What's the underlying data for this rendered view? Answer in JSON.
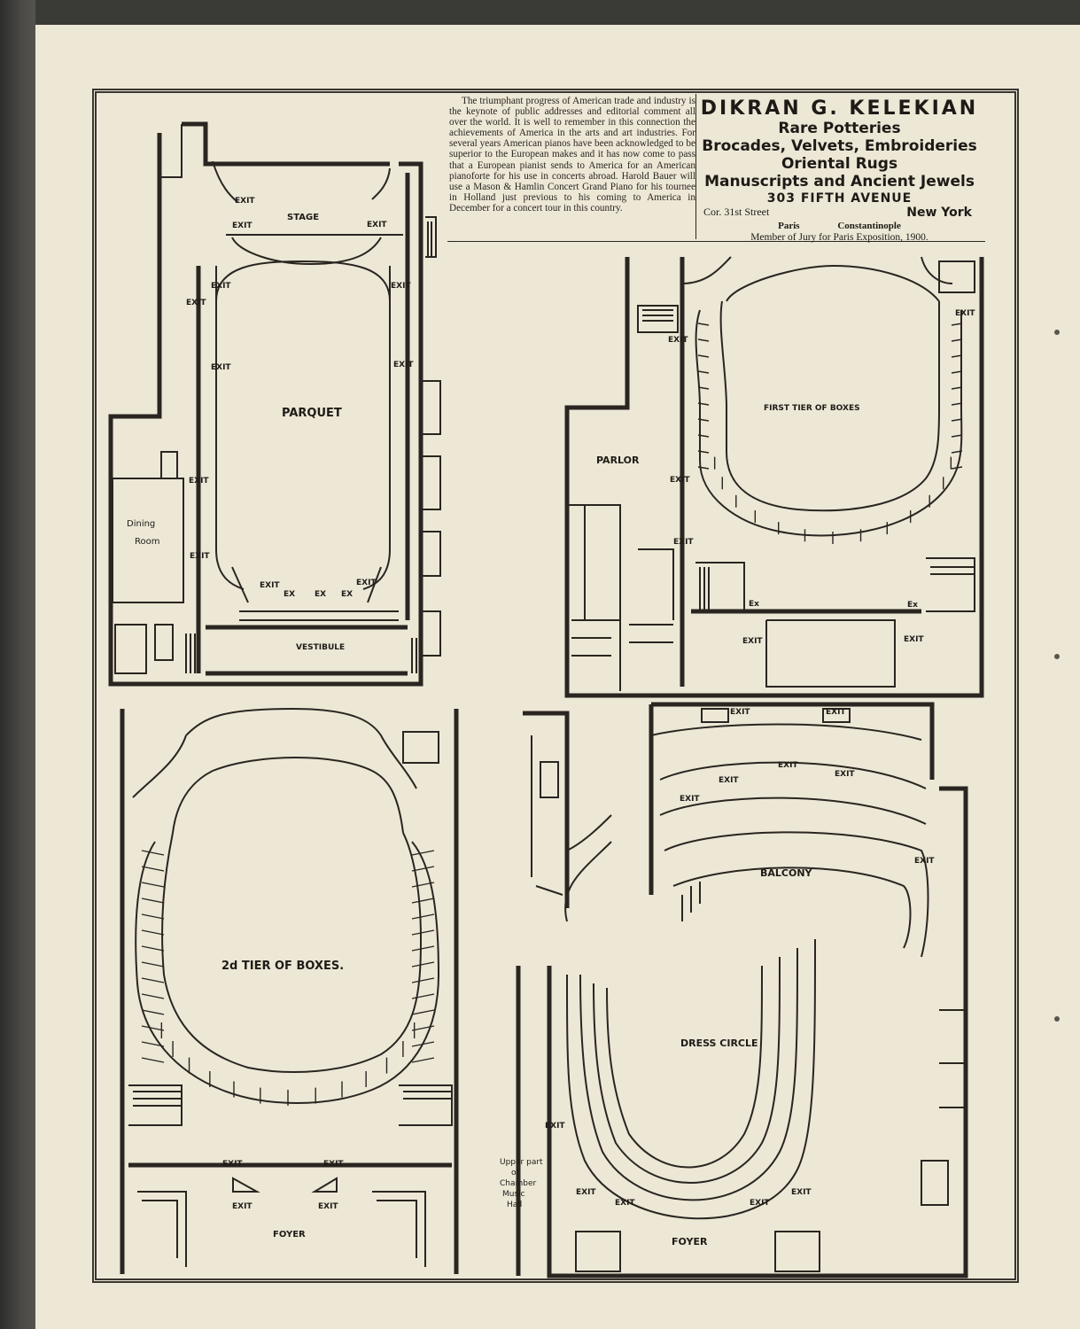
{
  "ad_text": {
    "paragraph": "The triumphant progress of American trade and industry is the keynote of public addresses and editorial comment all over the world. It is well to remember in this connection the achievements of America in the arts and art industries. For several years American pianos have been acknowledged to be superior to the European makes and it has now come to pass that a European pianist sends to America for an American pianoforte for his use in concerts abroad. Harold Bauer will use a Mason & Hamlin Concert Grand Piano for his tournee in Holland just previous to his coming to America in December for a concert tour in this country."
  },
  "ad_box": {
    "name": "DIKRAN G. KELEKIAN",
    "line1": "Rare Potteries",
    "line2": "Brocades, Velvets, Embroideries",
    "line3": "Oriental Rugs",
    "line4": "Manuscripts and Ancient Jewels",
    "address": "303 FIFTH AVENUE",
    "street": "Cor. 31st Street",
    "city": "New York",
    "branches": "Paris Constantinople",
    "jury": "Member of Jury for Paris Exposition, 1900."
  },
  "plans": {
    "parquet": {
      "stage": "STAGE",
      "title": "PARQUET",
      "dining": [
        "Dining",
        "Room"
      ],
      "vestibule": "VESTIBULE",
      "exit": "EXIT",
      "ex": "EX"
    },
    "first_tier": {
      "title": "FIRST TIER OF BOXES",
      "parlor": "PARLOR",
      "exit": "EXIT",
      "ex": "Ex"
    },
    "second_tier": {
      "title": "2d TIER OF BOXES.",
      "foyer": "FOYER",
      "exit": "EXIT"
    },
    "balcony": {
      "title": "BALCONY",
      "dress_circle": "DRESS CIRCLE",
      "foyer": "FOYER",
      "chamber": [
        "Upper part",
        "of",
        "Chamber",
        "Music",
        "Hall"
      ],
      "exit": "EXIT"
    }
  }
}
